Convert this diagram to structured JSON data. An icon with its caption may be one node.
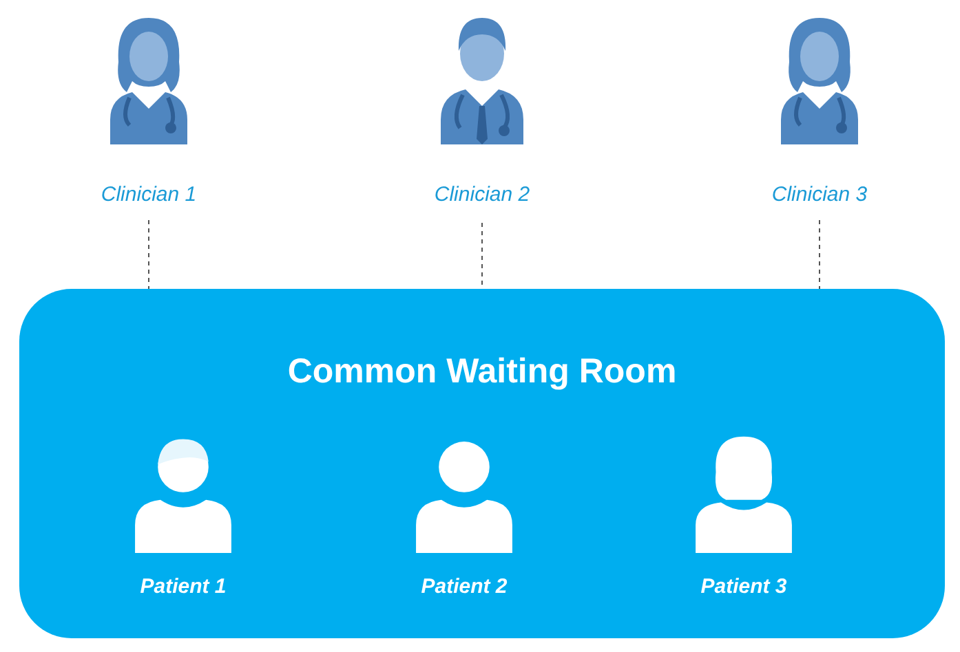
{
  "diagram": {
    "nodes": [
      {
        "text": [
          "Clinician 1"
        ]
      },
      {
        "text": [
          "Clinician 2"
        ]
      },
      {
        "text": [
          "Clinician 3"
        ]
      },
      {
        "text": [
          "Common Waiting Room"
        ]
      },
      {
        "text": [
          "Patient 1"
        ],
        "in": 3
      },
      {
        "text": [
          "Patient 2"
        ],
        "in": 3
      },
      {
        "text": [
          "Patient 3"
        ],
        "in": 3
      }
    ],
    "edges": [
      {
        "from": 0,
        "to": 3,
        "arrow": "none",
        "style": "dashed"
      },
      {
        "from": 1,
        "to": 3,
        "arrow": "none",
        "style": "dashed"
      },
      {
        "from": 2,
        "to": 3,
        "arrow": "none",
        "style": "dashed"
      }
    ]
  }
}
